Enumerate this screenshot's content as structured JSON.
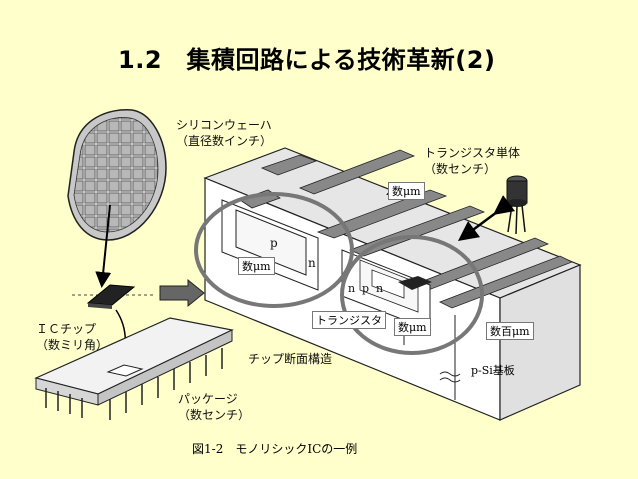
{
  "slide": {
    "title": "1.2　集積回路による技術革新(2)",
    "background": "#FFFFCC"
  },
  "labels": {
    "wafer_line1": "シリコンウェーハ",
    "wafer_line2": "（直径数インチ）",
    "transistor_unit_line1": "トランジスタ単体",
    "transistor_unit_line2": "（数センチ）",
    "ic_chip_line1": "ＩＣチップ",
    "ic_chip_line2": "（数ミリ角）",
    "package_line1": "パッケージ",
    "package_line2": "（数センチ）",
    "chip_cross_section": "チップ断面構造",
    "transistor": "トランジスタ",
    "p_region": "p",
    "n_region": "n",
    "npn_n1": "n",
    "npn_p": "p",
    "npn_n2": "n",
    "tens_micron": "数μm",
    "few_micron_top": "数μm",
    "few_micron_side": "数μm",
    "hundreds_micron": "数百μm",
    "substrate": "p-Si基板"
  },
  "caption": "図1-2　モノリシックICの一例"
}
